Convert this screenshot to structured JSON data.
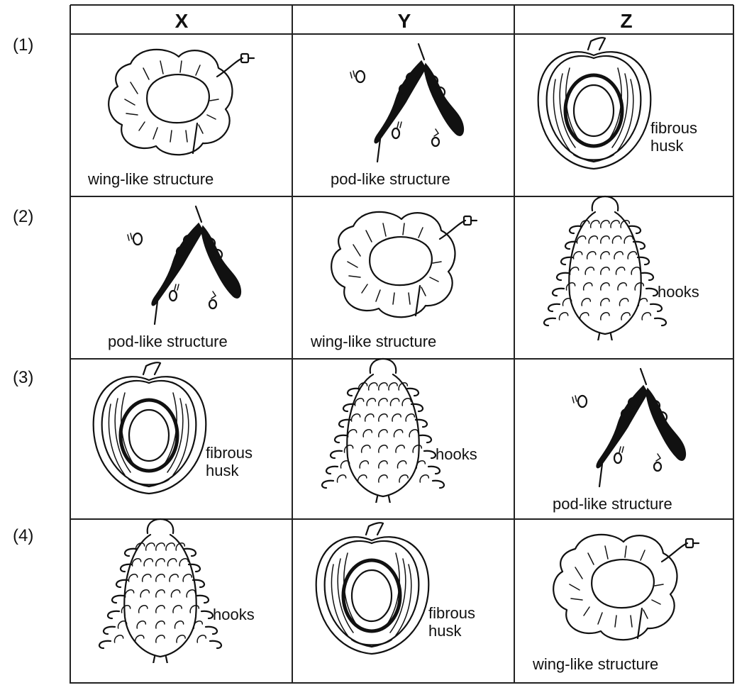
{
  "columns": [
    "X",
    "Y",
    "Z"
  ],
  "options": [
    "(1)",
    "(2)",
    "(3)",
    "(4)"
  ],
  "rows": [
    [
      {
        "type": "wing",
        "label": "wing-like structure"
      },
      {
        "type": "pod",
        "label": "pod-like structure"
      },
      {
        "type": "husk",
        "label": "fibrous\nhusk"
      }
    ],
    [
      {
        "type": "pod",
        "label": "pod-like structure"
      },
      {
        "type": "wing",
        "label": "wing-like structure"
      },
      {
        "type": "hook",
        "label": "hooks"
      }
    ],
    [
      {
        "type": "husk",
        "label": "fibrous\nhusk"
      },
      {
        "type": "hook",
        "label": "hooks"
      },
      {
        "type": "pod",
        "label": "pod-like structure"
      }
    ],
    [
      {
        "type": "hook",
        "label": "hooks"
      },
      {
        "type": "husk",
        "label": "fibrous\nhusk"
      },
      {
        "type": "wing",
        "label": "wing-like structure"
      }
    ]
  ]
}
